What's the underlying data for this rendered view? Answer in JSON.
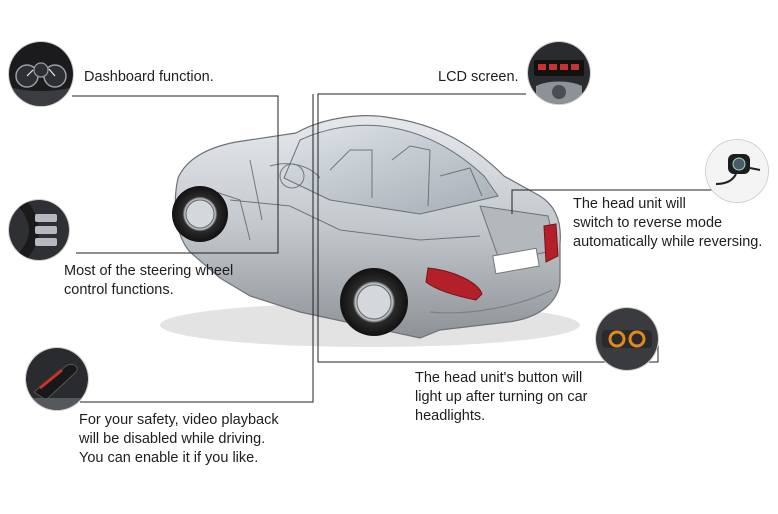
{
  "callouts": {
    "dashboard": {
      "text": "Dashboard function.",
      "icon": "dashboard-gauges-icon"
    },
    "lcd": {
      "text": "LCD screen.",
      "icon": "lcd-screen-icon"
    },
    "reverse": {
      "text": "The head unit will\nswitch to reverse mode\nautomatically while reversing.",
      "icon": "rear-camera-icon"
    },
    "steering": {
      "text": "Most of the steering wheel\ncontrol functions.",
      "icon": "steering-wheel-controls-icon"
    },
    "headlights": {
      "text": "The head unit's button will\nlight up after turning on car\nheadlights.",
      "icon": "headlight-buttons-icon"
    },
    "safety": {
      "text": "For your safety, video playback\nwill be disabled while driving.\nYou can enable it if you like.",
      "icon": "handbrake-icon"
    }
  },
  "colors": {
    "leader_line": "#222222",
    "car_body": "#c9cdd2",
    "tail_light": "#b3202a",
    "button_glow": "#e08a1e"
  }
}
